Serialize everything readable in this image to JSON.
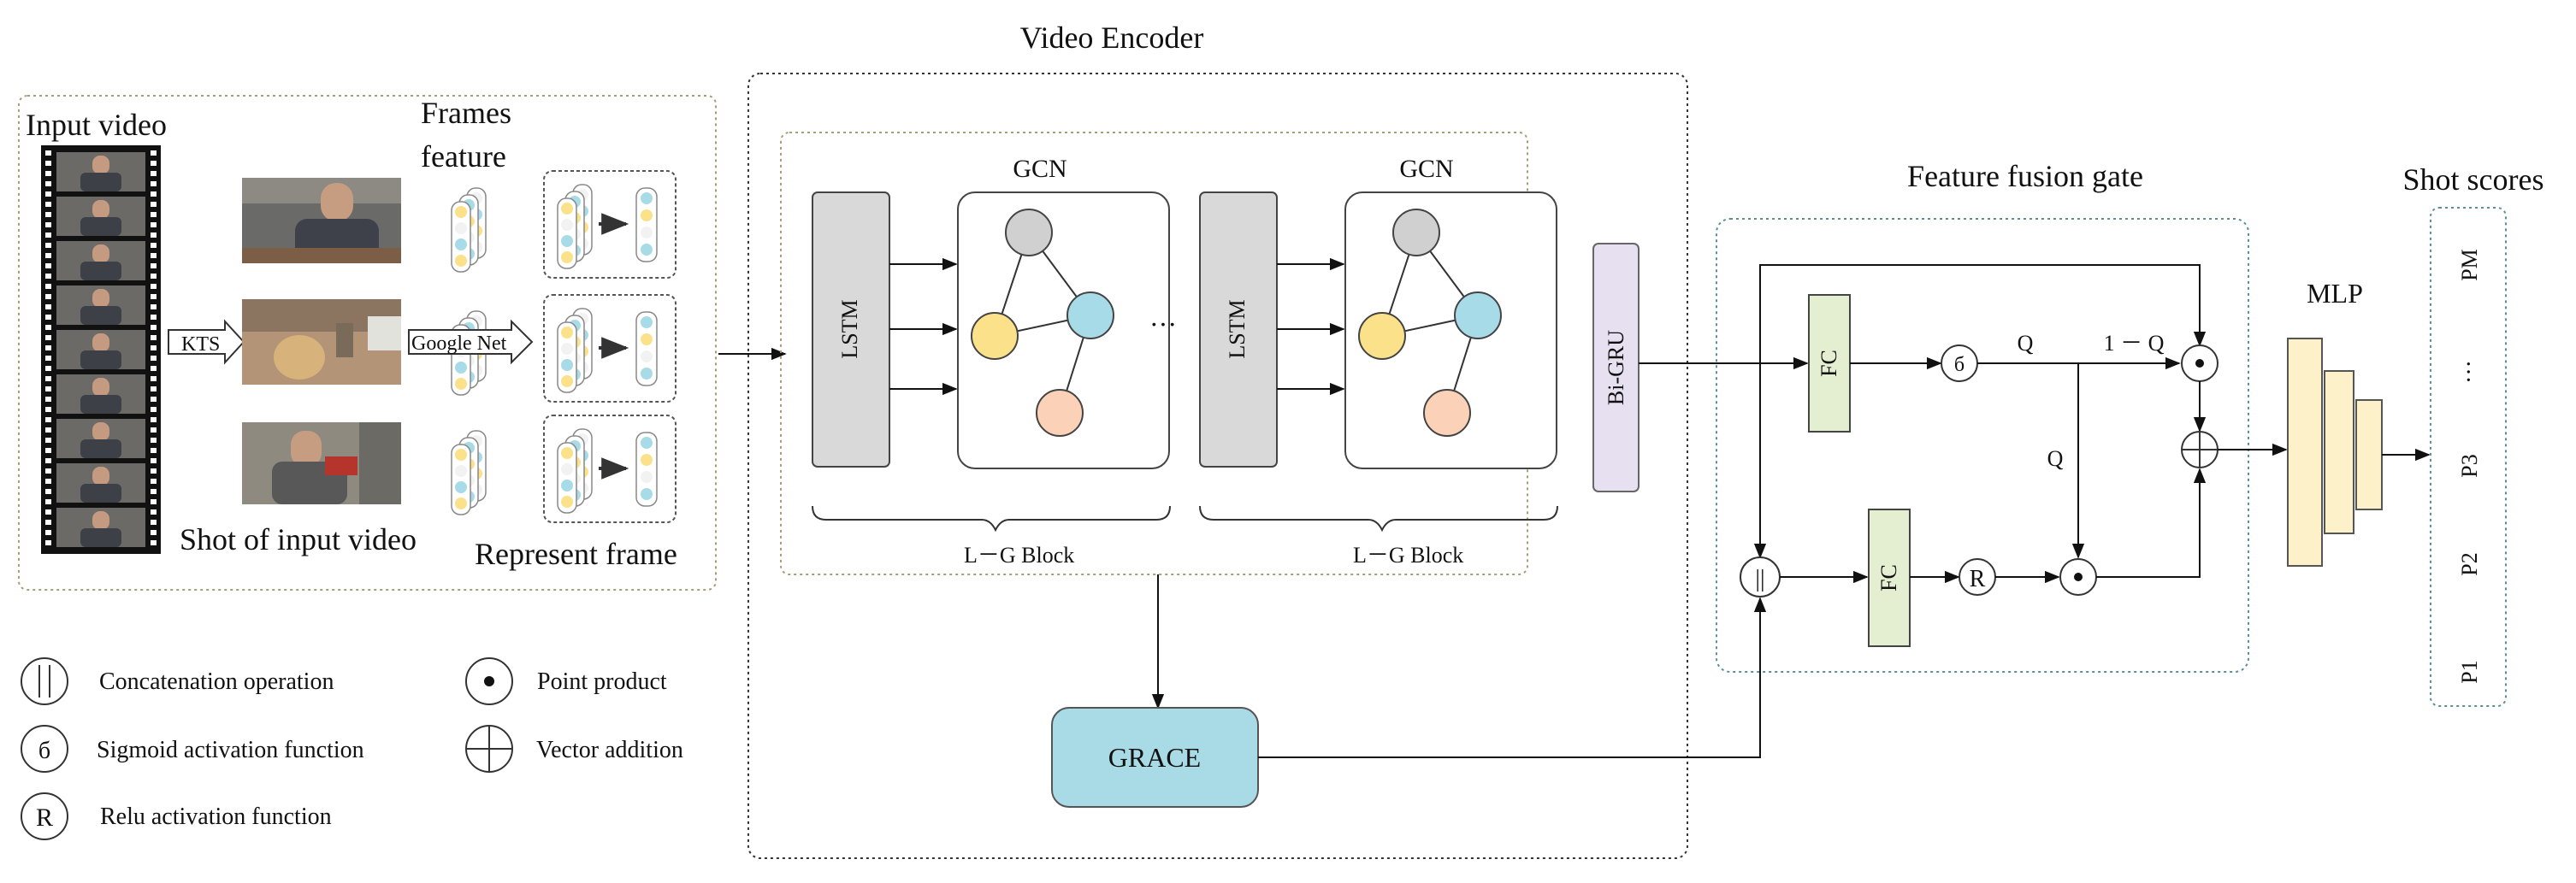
{
  "titles": {
    "input_video": "Input video",
    "frames_feature": [
      "Frames",
      "feature"
    ],
    "shot_of_input": "Shot of input video",
    "represent_frame": "Represent frame",
    "kts": "KTS",
    "googlenet": "Google Net",
    "video_encoder": "Video Encoder",
    "feature_fusion_gate": "Feature fusion gate",
    "shot_scores": "Shot scores",
    "mlp": "MLP"
  },
  "encoder": {
    "lstm": "LSTM",
    "gcn": "GCN",
    "block_label": "L－G Block",
    "ellipsis": "···",
    "bigru": "Bi-GRU",
    "grace": "GRACE"
  },
  "fusion": {
    "fc": "FC",
    "sigmoid": "б",
    "relu": "R",
    "q": "Q",
    "one_minus_q": "1 － Q",
    "concat": "||"
  },
  "scores": [
    "PM",
    "···",
    "P3",
    "P2",
    "P1"
  ],
  "legend": {
    "concat": "Concatenation operation",
    "sigmoid": "Sigmoid activation function",
    "relu": "Relu activation function",
    "point": "Point product",
    "add": "Vector addition"
  },
  "colors": {
    "lstm_fill": "#d9d9d9",
    "gcn_gray": "#d0d0d0",
    "gcn_yellow": "#fbe28a",
    "gcn_blue": "#a8dbe8",
    "gcn_peach": "#fbd1b7",
    "bigru_fill": "#e6e0f0",
    "grace_fill": "#a9dbe6",
    "fc_fill": "#e4efd2",
    "mlp_fill": "#fdf1c9",
    "box_border_olive": "#a69e79",
    "box_border_teal": "#5b8f94"
  }
}
